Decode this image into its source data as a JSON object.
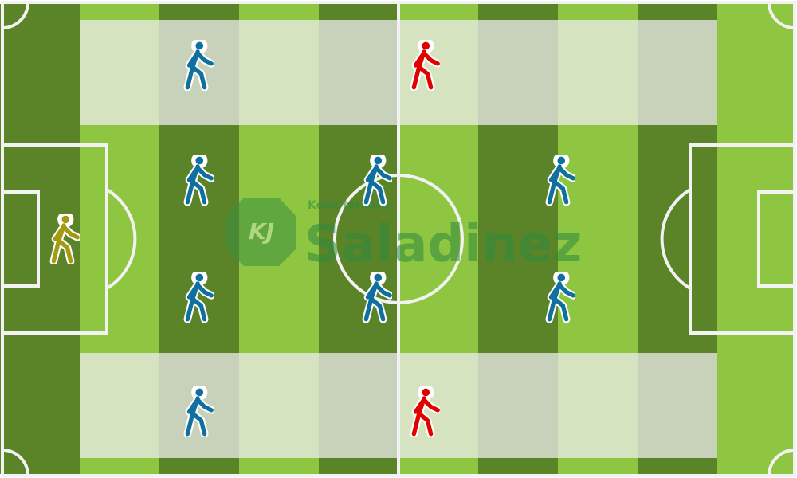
{
  "pitch": {
    "stripe_colors": {
      "dark": "#5b8429",
      "light": "#8ec641"
    },
    "line_color": "#f2f2f2",
    "shaded_zone_color": "#e8e8e8"
  },
  "watermark": {
    "badge_text": "KJ",
    "small_text": "Kode Jarkoko",
    "large_text": "Saladinez",
    "color": "#2f8a3c"
  },
  "team_colors": {
    "outfield": "#0f6f9f",
    "goalkeeper": "#a49a12",
    "opponent": "#e00000"
  },
  "players": [
    {
      "role": "goalkeeper",
      "team": "goalkeeper",
      "icon": "walking-person-icon"
    },
    {
      "role": "left-wing",
      "team": "outfield",
      "icon": "walking-person-icon"
    },
    {
      "role": "left-back",
      "team": "outfield",
      "icon": "walking-person-icon"
    },
    {
      "role": "right-back",
      "team": "outfield",
      "icon": "walking-person-icon"
    },
    {
      "role": "right-wing",
      "team": "outfield",
      "icon": "walking-person-icon"
    },
    {
      "role": "center-mid-top",
      "team": "outfield",
      "icon": "walking-person-icon"
    },
    {
      "role": "center-mid-bottom",
      "team": "outfield",
      "icon": "walking-person-icon"
    },
    {
      "role": "forward-top",
      "team": "outfield",
      "icon": "walking-person-icon"
    },
    {
      "role": "forward-bottom",
      "team": "outfield",
      "icon": "walking-person-icon"
    },
    {
      "role": "opponent-top",
      "team": "opponent",
      "icon": "walking-person-icon"
    },
    {
      "role": "opponent-bottom",
      "team": "opponent",
      "icon": "walking-person-icon"
    }
  ]
}
